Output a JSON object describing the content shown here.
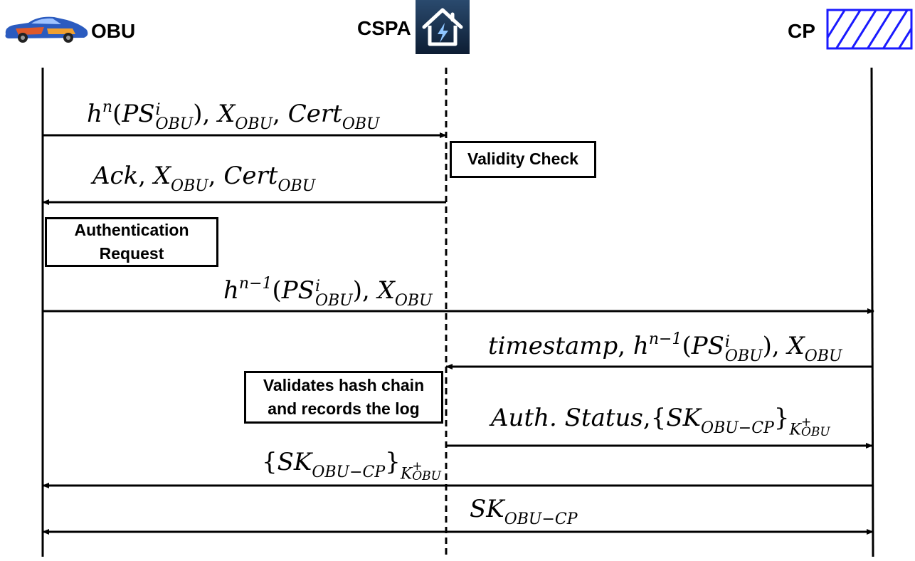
{
  "actors": {
    "obu": {
      "label": "OBU",
      "icon": "car-icon"
    },
    "cspa": {
      "label": "CSPA",
      "icon": "charging-station-icon"
    },
    "cp": {
      "label": "CP",
      "icon": "hatched-box-icon",
      "color": "#1a1aff"
    }
  },
  "notes": {
    "validity_check": "Validity Check",
    "auth_request_line1": "Authentication",
    "auth_request_line2": "Request",
    "validates_line1": "Validates hash chain",
    "validates_line2": "and records the log"
  },
  "messages": {
    "m1": {
      "h": "h",
      "n": "n",
      "ps": "PS",
      "i": "i",
      "obu": "OBU",
      "x": "X",
      "cert": "Cert"
    },
    "m2": {
      "ack": "Ack",
      "x": "X",
      "obu": "OBU",
      "cert": "Cert"
    },
    "m3": {
      "h": "h",
      "n1": "n−1",
      "ps": "PS",
      "i": "i",
      "obu": "OBU",
      "x": "X"
    },
    "m4": {
      "ts": "timestamp",
      "h": "h",
      "n1": "n−1",
      "ps": "PS",
      "i": "i",
      "obu": "OBU",
      "x": "X"
    },
    "m5": {
      "auth": "Auth. Status",
      "sk": "SK",
      "sub": "OBU−CP",
      "k": "K",
      "plus": "+",
      "obu": "OBU"
    },
    "m6": {
      "sk": "SK",
      "sub": "OBU−CP",
      "k": "K",
      "plus": "+",
      "obu": "OBU"
    },
    "m7": {
      "sk": "SK",
      "sub": "OBU−CP"
    }
  }
}
